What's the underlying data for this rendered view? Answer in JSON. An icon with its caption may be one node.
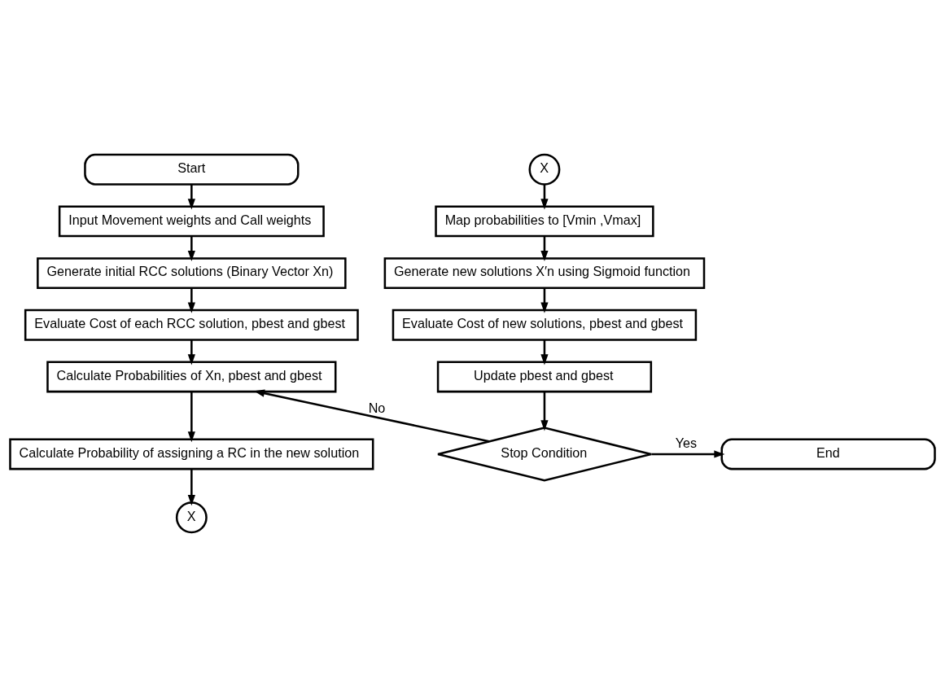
{
  "diagram": {
    "nodes": [
      {
        "text": [
          "Start"
        ]
      },
      {
        "text": [
          "Input Movement weights and Call weights"
        ]
      },
      {
        "text": [
          "Generate initial RCC solutions (Binary Vector Xn)"
        ]
      },
      {
        "text": [
          "Evaluate Cost of each RCC solution, pbest and gbest"
        ]
      },
      {
        "text": [
          "Calculate Probabilities of Xn, pbest and gbest"
        ]
      },
      {
        "text": [
          "Calculate Probability of assigning a RC in the new solution"
        ]
      },
      {
        "text": [
          "X"
        ]
      },
      {
        "text": [
          "X"
        ]
      },
      {
        "text": [
          "Map probabilities to [Vmin ,Vmax]"
        ]
      },
      {
        "text": [
          "Generate new solutions X′n using Sigmoid function"
        ]
      },
      {
        "text": [
          "Evaluate Cost of new solutions, pbest and gbest"
        ]
      },
      {
        "text": [
          "Update pbest and gbest"
        ]
      },
      {
        "text": [
          "Stop Condition"
        ]
      },
      {
        "text": [
          "End"
        ]
      }
    ],
    "edges": [
      {
        "from": 0,
        "to": 1,
        "arrow": "to"
      },
      {
        "from": 1,
        "to": 2,
        "arrow": "to"
      },
      {
        "from": 2,
        "to": 3,
        "arrow": "to"
      },
      {
        "from": 3,
        "to": 4,
        "arrow": "to"
      },
      {
        "from": 4,
        "to": 5,
        "arrow": "to"
      },
      {
        "from": 5,
        "to": 6,
        "arrow": "to"
      },
      {
        "from": 7,
        "to": 8,
        "arrow": "to"
      },
      {
        "from": 8,
        "to": 9,
        "arrow": "to"
      },
      {
        "from": 9,
        "to": 10,
        "arrow": "to"
      },
      {
        "from": 10,
        "to": 11,
        "arrow": "to"
      },
      {
        "from": 11,
        "to": 12,
        "arrow": "to"
      },
      {
        "from": 12,
        "to": 13,
        "label": "Yes",
        "arrow": "to"
      },
      {
        "from": 12,
        "to": 4,
        "label": "No",
        "arrow": "to"
      }
    ]
  }
}
